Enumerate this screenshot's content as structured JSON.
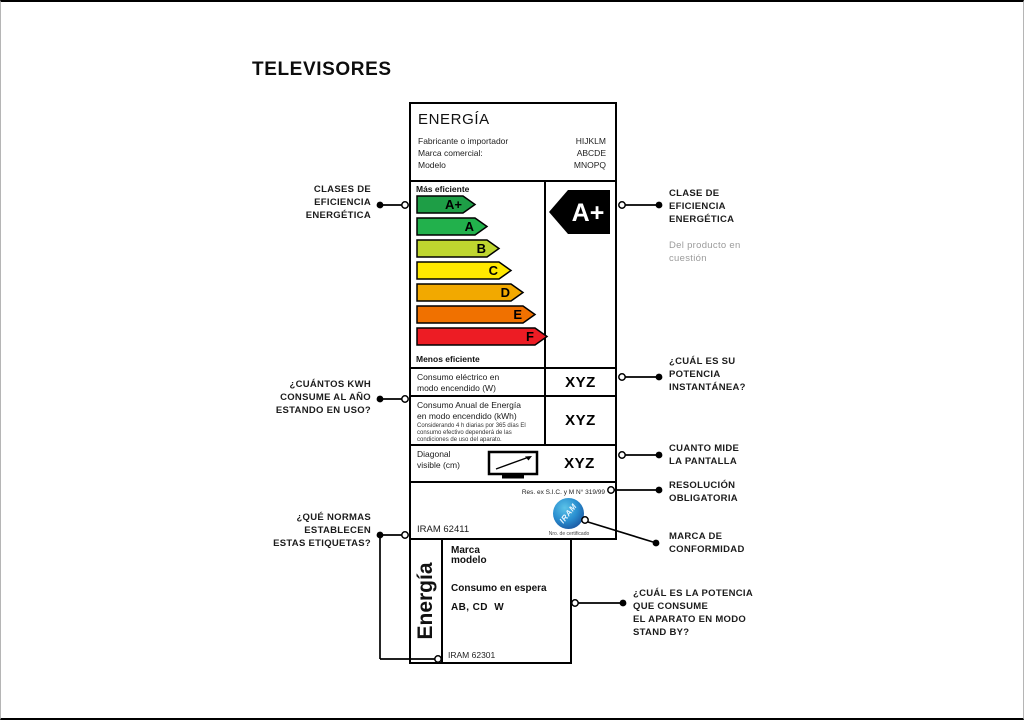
{
  "page": {
    "title": "TELEVISORES"
  },
  "energy_label": {
    "header": {
      "title": "ENERGÍA",
      "fields": [
        {
          "name": "Fabricante o importador",
          "value": "HIJKLM"
        },
        {
          "name": "Marca comercial:",
          "value": "ABCDE"
        },
        {
          "name": "Modelo",
          "value": "MNOPQ"
        }
      ]
    },
    "efficiency": {
      "more_efficient_label": "Más eficiente",
      "less_efficient_label": "Menos eficiente",
      "product_rating": "A+",
      "rating_arrow_color": "#000000",
      "classes": [
        {
          "letter": "A+",
          "color": "#1e9e46",
          "width": 58
        },
        {
          "letter": "A",
          "color": "#22b14c",
          "width": 70
        },
        {
          "letter": "B",
          "color": "#bfd62f",
          "width": 82
        },
        {
          "letter": "C",
          "color": "#ffe800",
          "width": 94
        },
        {
          "letter": "D",
          "color": "#f2a900",
          "width": 106
        },
        {
          "letter": "E",
          "color": "#f07100",
          "width": 118
        },
        {
          "letter": "F",
          "color": "#ed1c24",
          "width": 130
        }
      ]
    },
    "rows": [
      {
        "label": "Consumo eléctrico en\nmodo encendido (W)",
        "value": "XYZ"
      },
      {
        "label": "Consumo Anual de Energía\nen modo encendido (kWh)",
        "note": "Considerando 4 h diarias por 365 días El consumo efectivo dependerá de las condiciones de uso del aparato.",
        "value": "XYZ"
      },
      {
        "label": "Diagonal\nvisible (cm)",
        "value": "XYZ",
        "icon": "tv-diagonal-icon"
      }
    ],
    "footer": {
      "resolution_text": "Res. ex S.I.C. y M N° 319/99",
      "logo_text": "IRAM",
      "logo_color": "#1d6db5",
      "certificate_caption": "Nro. de certificado",
      "standard": "IRAM 62411"
    }
  },
  "standby_label": {
    "side_text": "Energía",
    "brand_lines": "Marca\nmodelo",
    "consumption_label": "Consumo en espera",
    "consumption_value": "AB, CD  W",
    "standard": "IRAM 62301"
  },
  "annotations": {
    "left": [
      {
        "text": "CLASES DE\nEFICIENCIA\nENERGÉTICA"
      },
      {
        "text": "¿CUÁNTOS KWH\nCONSUME AL AÑO\nESTANDO EN USO?"
      },
      {
        "text": "¿QUÉ NORMAS\nESTABLECEN\nESTAS ETIQUETAS?"
      }
    ],
    "right": [
      {
        "text": "CLASE DE\nEFICIENCIA\nENERGÉTICA",
        "sub": "Del producto en\ncuestión"
      },
      {
        "text": "¿CUÁL ES SU\nPOTENCIA\nINSTANTÁNEA?"
      },
      {
        "text": "CUANTO MIDE\nLA PANTALLA"
      },
      {
        "text": "RESOLUCIÓN\nOBLIGATORIA"
      },
      {
        "text": "MARCA DE\nCONFORMIDAD"
      },
      {
        "text": "¿CUÁL ES LA POTENCIA\nQUE CONSUME\nEL APARATO EN MODO\nSTAND BY?"
      }
    ]
  }
}
